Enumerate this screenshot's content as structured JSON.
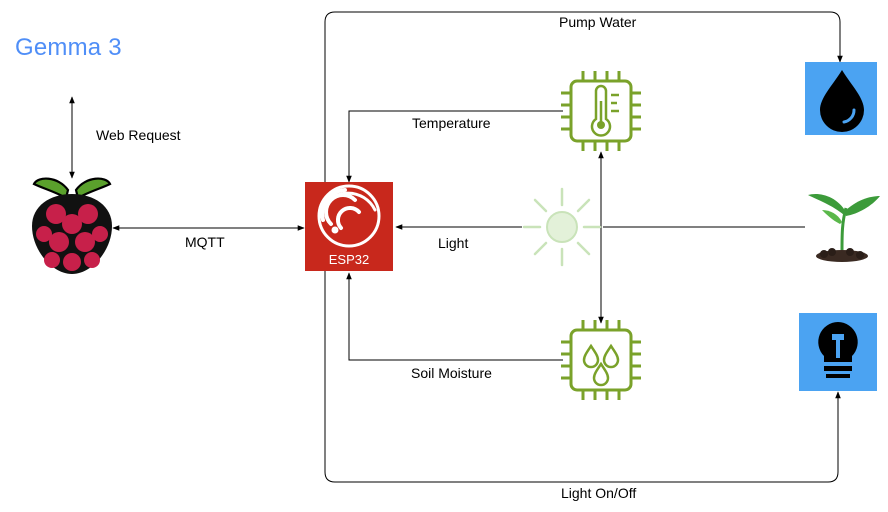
{
  "brand": {
    "title": "Gemma 3"
  },
  "labels": {
    "web_request": "Web Request",
    "mqtt": "MQTT",
    "pump_water": "Pump Water",
    "temperature": "Temperature",
    "light": "Light",
    "soil_moisture": "Soil Moisture",
    "light_on_off": "Light On/Off"
  },
  "esp32": {
    "label": "ESP32"
  },
  "colors": {
    "gemma_blue": "#4f8ef7",
    "esp_red": "#c8281c",
    "sensor_green": "#7aa22a",
    "sun_green": "#c9e3b9",
    "actuator_blue": "#4ba3f2",
    "raspberry_red": "#c7204a",
    "leaf_green": "#3c9b3a"
  },
  "icons": {
    "gemma": "gemma-logo",
    "raspberry_pi": "raspberry-pi-icon",
    "esp32": "esp32-icon",
    "temperature_sensor": "thermometer-chip-icon",
    "light_sensor": "sun-icon",
    "moisture_sensor": "water-drops-chip-icon",
    "water_pump": "water-drop-icon",
    "plant": "plant-seedling-icon",
    "lamp": "light-bulb-icon"
  }
}
